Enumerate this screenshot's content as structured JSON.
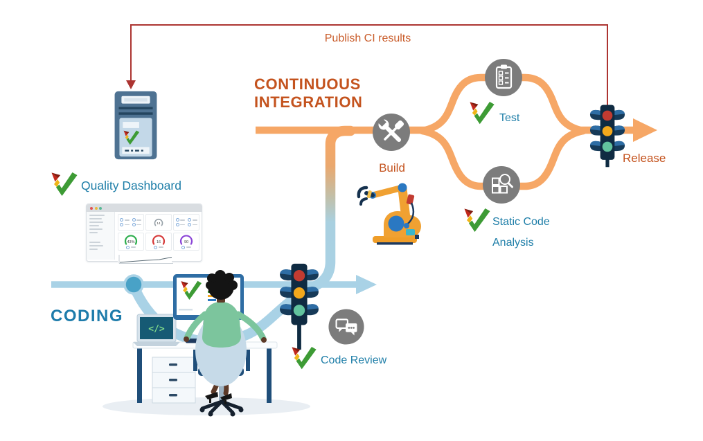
{
  "header": {
    "publish_label": "Publish CI results"
  },
  "sections": {
    "ci": {
      "line1": "CONTINUOUS",
      "line2": "INTEGRATION"
    },
    "coding": "CODING"
  },
  "steps": {
    "quality_dashboard": "Quality Dashboard",
    "build": "Build",
    "test": "Test",
    "sca_line1": "Static Code",
    "sca_line2": "Analysis",
    "code_review": "Code Review",
    "release": "Release"
  },
  "laptop_screen_code": "</>",
  "dashboard_window": {
    "window_dots": [
      "#e05252",
      "#e8b93c",
      "#57b894"
    ],
    "mini_gauge": "14",
    "gauges": [
      {
        "value": "43%",
        "color": "#2eae4e"
      },
      {
        "value": "16",
        "color": "#d63b3b"
      },
      {
        "value": "90",
        "color": "#8b46d7"
      }
    ]
  },
  "icons": {
    "publish_target": "server-tower-icon",
    "logo": "quality-checkmark-logo",
    "build": "wrench-screwdriver-icon",
    "test": "clipboard-checklist-icon",
    "static_code_analysis": "blocks-magnifier-icon",
    "code_review": "chat-bubbles-icon",
    "gate": "traffic-light-icon",
    "build_worker": "robot-arm-icon",
    "developer": "developer-at-desk-illustration",
    "dashboard": "browser-dashboard-illustration"
  },
  "colors": {
    "pipe_orange": "#f6a766",
    "pipe_blue": "#a9d2e6",
    "node_blue": "#49a2c7",
    "red_line": "#ac3431",
    "icon_gray": "#7c7c7c",
    "orange_text": "#c4531e",
    "teal_text": "#1e7ea8",
    "coding_blue": "#1e7cab"
  }
}
